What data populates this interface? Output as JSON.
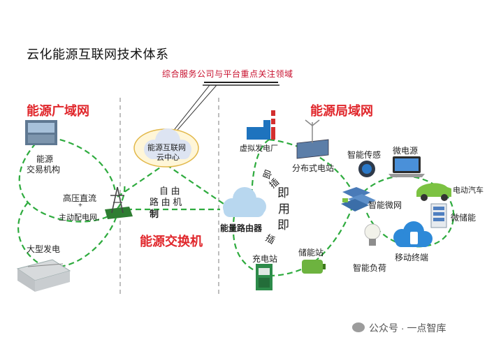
{
  "title": "云化能源互联网技术体系",
  "banner": "综合服务公司与平台重点关注领域",
  "sections": {
    "wide_area": "能源广域网",
    "local_area": "能源局域网",
    "switch": "能源交换机"
  },
  "cloud": {
    "line1": "能源互联网",
    "line2": "云中心"
  },
  "nodes": {
    "exchange_line1": "能源",
    "exchange_line2": "交易机构",
    "hvdc_line1": "高压直流",
    "hvdc_line2": "+",
    "hvdc_line3": "主动配电网,",
    "large_gen": "大型发电",
    "virtual_plant": "虚拟发电厂",
    "distributed": "分布式电站",
    "smart_sensor": "智能传感",
    "micro_source": "微电源",
    "smart_grid": "智能微网",
    "ev": "电动汽车",
    "storage_small": "微储能",
    "mobile": "移动终端",
    "smart_load": "智能负荷",
    "storage_station": "储能站",
    "charging": "充电站",
    "router": "能量路由器"
  },
  "curved_text": {
    "left_lines": [
      "自  由",
      "路 由 机",
      "制"
    ],
    "right_chars": [
      "即",
      "插",
      "即",
      "用",
      "即",
      "插"
    ]
  },
  "watermark": "公众号 · 一点智库",
  "colors": {
    "green_dash": "#2eab3e",
    "red": "#e0262b",
    "gray_divider": "#9a9a9a"
  }
}
